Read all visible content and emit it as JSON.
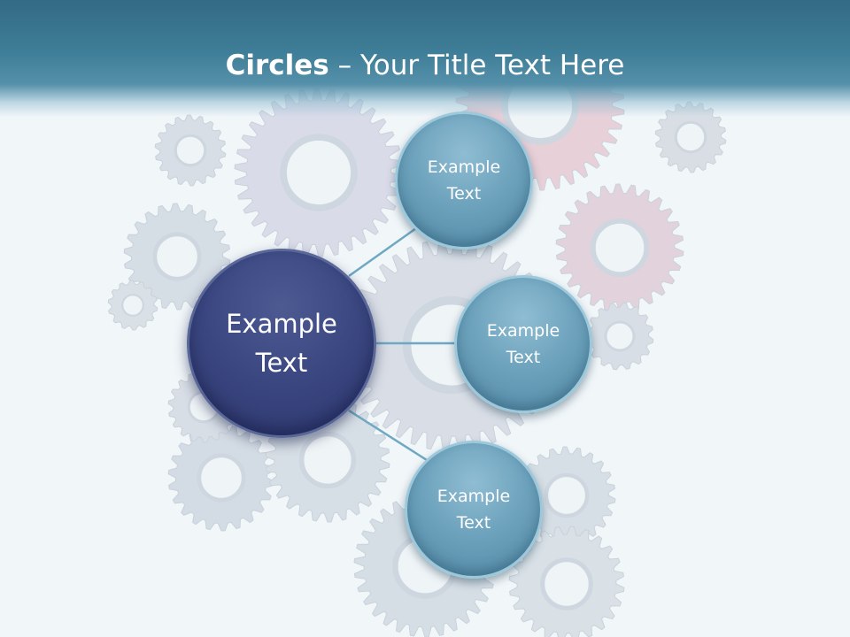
{
  "title": {
    "bold": "Circles",
    "rest": " – Your Title Text Here"
  },
  "center": {
    "line1": "Example",
    "line2": "Text"
  },
  "items": [
    {
      "line1": "Example",
      "line2": "Text"
    },
    {
      "line1": "Example",
      "line2": "Text"
    },
    {
      "line1": "Example",
      "line2": "Text"
    }
  ],
  "colors": {
    "header": "#3f7e98",
    "center_circle": "#3a4680",
    "small_circle": "#6ea3bd",
    "connector": "#6ea8c2",
    "background": "#f1f6f9"
  }
}
